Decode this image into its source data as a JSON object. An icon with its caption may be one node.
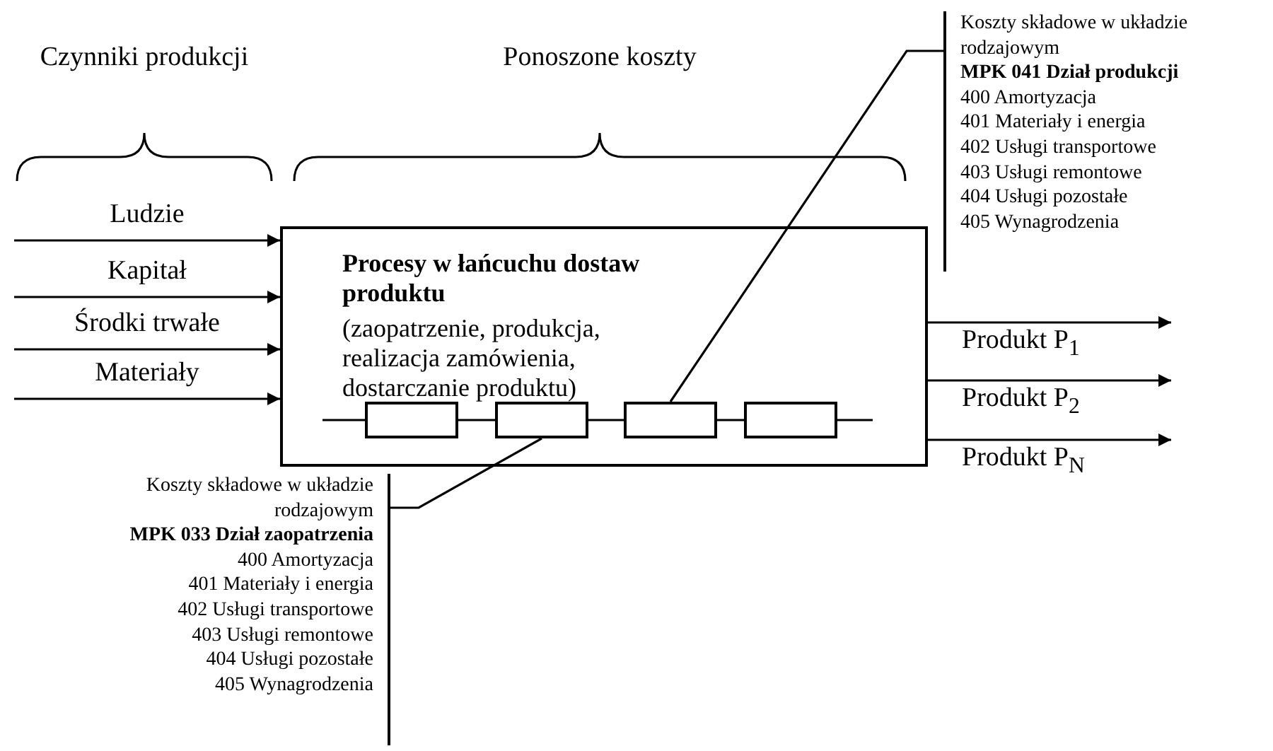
{
  "diagram": {
    "nodes": [
      {
        "text": [
          "Procesy w łańcuchu dostaw produktu",
          "(zaopatrzenie, produkcja, realizacja zamówienia, dostarczanie produktu)"
        ]
      },
      {
        "text": [],
        "shape": "box",
        "in": 0
      },
      {
        "text": [],
        "shape": "box",
        "in": 0
      },
      {
        "text": [],
        "shape": "box",
        "in": 0
      },
      {
        "text": [],
        "shape": "box",
        "in": 0
      },
      {
        "text": [
          "Koszty składowe w układzie rodzajowym",
          "MPK 041 Dział produkcji",
          "400 Amortyzacja",
          "401 Materiały i energia",
          "402 Usługi transportowe",
          "403 Usługi remontowe",
          "404 Usługi pozostałe",
          "405 Wynagrodzenia"
        ]
      },
      {
        "text": [
          "Koszty składowe w układzie rodzajowym",
          "MPK 033 Dział zaopatrzenia",
          "400 Amortyzacja",
          "401 Materiały i energia",
          "402 Usługi transportowe",
          "403 Usługi remontowe",
          "404 Usługi pozostałe",
          "405 Wynagrodzenia"
        ]
      }
    ],
    "edges": [
      {
        "from": null,
        "to": 0,
        "arrow": "to",
        "label": "Ludzie"
      },
      {
        "from": null,
        "to": 0,
        "arrow": "to",
        "label": "Kapitał"
      },
      {
        "from": null,
        "to": 0,
        "arrow": "to",
        "label": "Środki trwałe"
      },
      {
        "from": null,
        "to": 0,
        "arrow": "to",
        "label": "Materiały"
      },
      {
        "from": 0,
        "to": null,
        "arrow": "to",
        "label": "Produkt P$_{1}$"
      },
      {
        "from": 0,
        "to": null,
        "arrow": "to",
        "label": "Produkt P$_{2}$"
      },
      {
        "from": 0,
        "to": null,
        "arrow": "to",
        "label": "Produkt P$_{N}$"
      },
      {
        "from": null,
        "to": 1,
        "arrow": "none"
      },
      {
        "from": 1,
        "to": 2,
        "arrow": "none"
      },
      {
        "from": 2,
        "to": 3,
        "arrow": "none"
      },
      {
        "from": 3,
        "to": 4,
        "arrow": "none"
      },
      {
        "from": 4,
        "to": null,
        "arrow": "none"
      },
      {
        "from": 5,
        "to": 3,
        "arrow": "none"
      },
      {
        "from": 6,
        "to": 2,
        "arrow": "none"
      }
    ],
    "labels": [
      "Czynniki produkcji",
      "Ponoszone koszty"
    ]
  }
}
